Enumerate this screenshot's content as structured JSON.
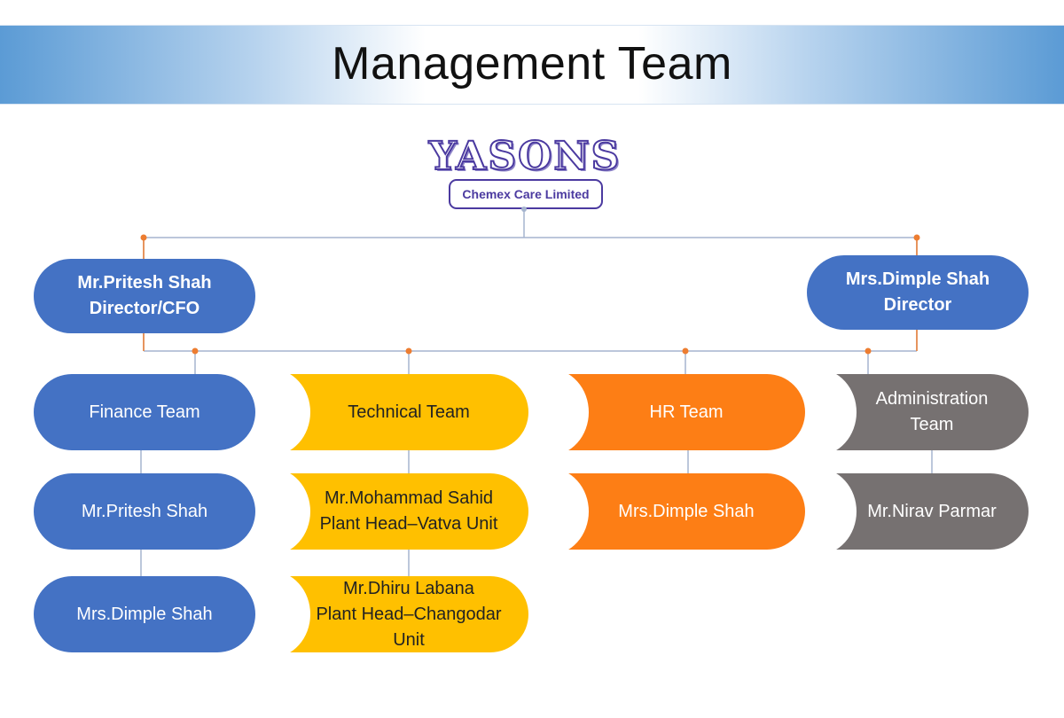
{
  "title": "Management Team",
  "logo": {
    "word": "YASONS",
    "subtitle": "Chemex Care Limited"
  },
  "colors": {
    "finance": "#4472c4",
    "technical": "#ffc000",
    "hr": "#fd7e15",
    "administration": "#767171",
    "connector": "#a5b4cf",
    "connector_dot": "#ed7d31"
  },
  "directors": [
    {
      "name": "Mr.Pritesh Shah",
      "role": "Director/CFO"
    },
    {
      "name": "Mrs.Dimple Shah",
      "role": "Director"
    }
  ],
  "teams": [
    {
      "label": "Finance Team",
      "members": [
        "Mr.Pritesh Shah",
        "Mrs.Dimple Shah"
      ]
    },
    {
      "label": "Technical Team",
      "members": [
        "Mr.Mohammad Sahid\nPlant Head–Vatva Unit",
        "Mr.Dhiru Labana\nPlant Head–Changodar\nUnit"
      ]
    },
    {
      "label": "HR Team",
      "members": [
        "Mrs.Dimple Shah"
      ]
    },
    {
      "label": "Administration\nTeam",
      "members": [
        "Mr.Nirav Parmar"
      ]
    }
  ]
}
